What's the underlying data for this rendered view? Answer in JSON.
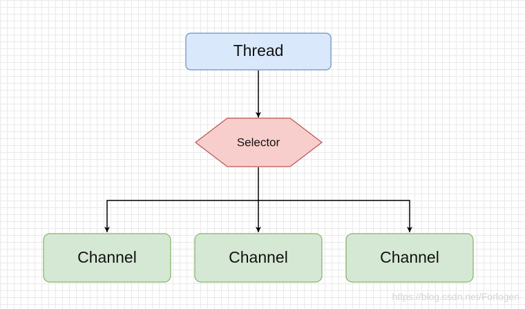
{
  "diagram": {
    "nodes": {
      "thread": {
        "label": "Thread",
        "fill": "#dae8fc",
        "stroke": "#6c8ebf"
      },
      "selector": {
        "label": "Selector",
        "fill": "#f8cecc",
        "stroke": "#b85450"
      },
      "channel_1": {
        "label": "Channel",
        "fill": "#d5e8d4",
        "stroke": "#82b366"
      },
      "channel_2": {
        "label": "Channel",
        "fill": "#d5e8d4",
        "stroke": "#82b366"
      },
      "channel_3": {
        "label": "Channel",
        "fill": "#d5e8d4",
        "stroke": "#82b366"
      }
    },
    "edges": [
      {
        "from": "thread",
        "to": "selector"
      },
      {
        "from": "selector",
        "to": "channel_1"
      },
      {
        "from": "selector",
        "to": "channel_2"
      },
      {
        "from": "selector",
        "to": "channel_3"
      }
    ],
    "edge_color": "#000000",
    "grid": true
  },
  "watermark": "https://blog.csdn.net/Forlogen"
}
